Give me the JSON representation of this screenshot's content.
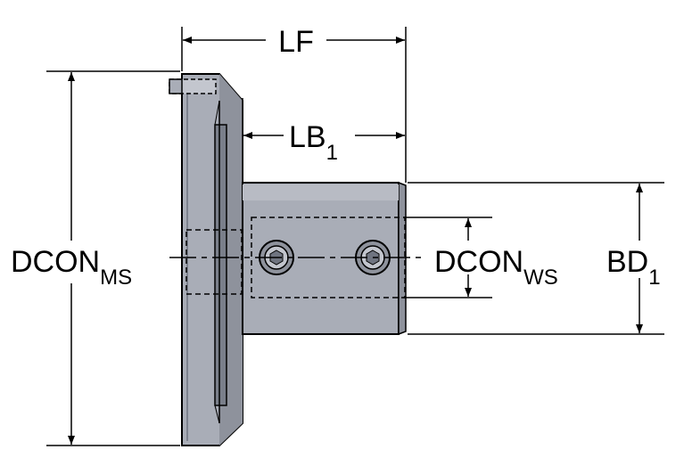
{
  "labels": {
    "lf": "LF",
    "lb": {
      "main": "LB",
      "sub": "1"
    },
    "dcon_ms": {
      "main": "DCON",
      "sub": "MS"
    },
    "dcon_ws": {
      "main": "DCON",
      "sub": "WS"
    },
    "bd": {
      "main": "BD",
      "sub": "1"
    }
  },
  "colors": {
    "body": "#a9adb7",
    "body_dark": "#6f7480",
    "body_light": "#c3c6ce",
    "line": "#000000",
    "background": "#ffffff"
  }
}
